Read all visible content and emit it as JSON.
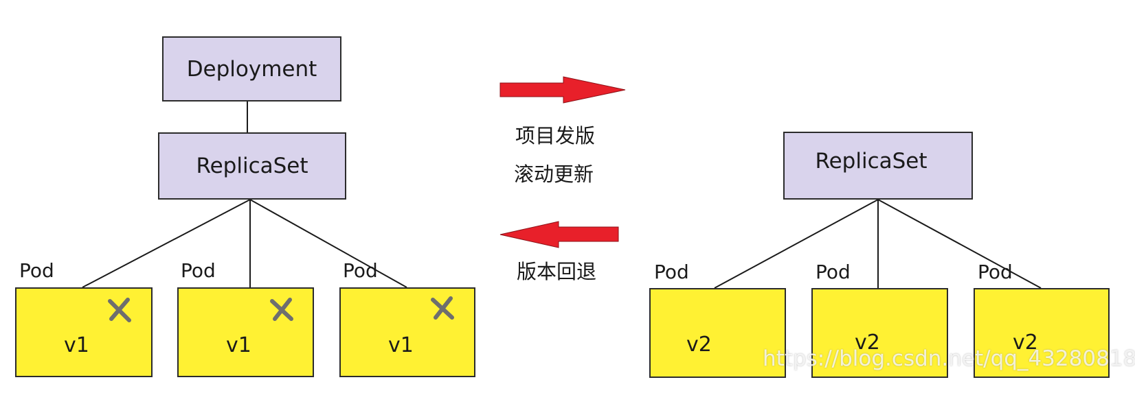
{
  "left": {
    "deployment": "Deployment",
    "replicaset": "ReplicaSet",
    "pods": [
      {
        "label": "Pod",
        "version": "v1",
        "terminated": true
      },
      {
        "label": "Pod",
        "version": "v1",
        "terminated": true
      },
      {
        "label": "Pod",
        "version": "v1",
        "terminated": true
      }
    ]
  },
  "middle": {
    "forward_text_1": "项目发版",
    "forward_text_2": "滚动更新",
    "back_text": "版本回退"
  },
  "right": {
    "replicaset": "ReplicaSet",
    "pods": [
      {
        "label": "Pod",
        "version": "v2"
      },
      {
        "label": "Pod",
        "version": "v2"
      },
      {
        "label": "Pod",
        "version": "v2"
      }
    ]
  },
  "watermark": "https://blog.csdn.net/qq_43280818",
  "colors": {
    "box_fill": "#d9d3ec",
    "pod_fill": "#fff133",
    "arrow_fill": "#e8202a",
    "cross": "#6e6e6e"
  }
}
